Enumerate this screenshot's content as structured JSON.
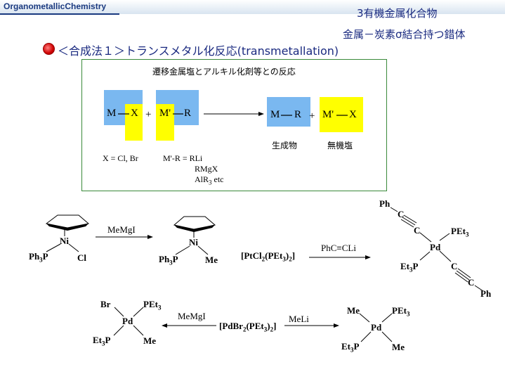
{
  "header": {
    "course_prefix": "Organometallic",
    "course_suffix": "Chemistry"
  },
  "slide": {
    "title": "3有機金属化合物",
    "subtitle": "金属－炭素σ結合持つ錯体",
    "heading": "＜合成法１＞トランスメタル化反応(transmetallation)"
  },
  "box": {
    "title": "遷移金属塩とアルキル化剤等との反応",
    "reactant1_m": "M",
    "reactant1_x": "X",
    "plus1": "+",
    "reactant2_m": "M'",
    "reactant2_r": "R",
    "product1_m": "M",
    "product1_r": "R",
    "plus2": "+",
    "product2_m": "M'",
    "product2_x": "X",
    "label_product": "生成物",
    "label_inorganic": "無機塩",
    "x_def": "X = Cl, Br",
    "mr_def": "M'-R = RLi",
    "mr_def2": "RMgX",
    "mr_def3_a": "AlR",
    "mr_def3_sub": "3",
    "mr_def3_b": " etc"
  },
  "reaction1": {
    "ni1": "Ni",
    "ph3p_a": "Ph",
    "ph3p_sub": "3",
    "ph3p_b": "P",
    "cl": "Cl",
    "reagent": "MeMgI",
    "ni2": "Ni",
    "ph3p2_a": "Ph",
    "ph3p2_sub": "3",
    "ph3p2_b": "P",
    "me": "Me"
  },
  "reaction2": {
    "start_a": "[PtCl",
    "start_sub1": "2",
    "start_b": "(PEt",
    "start_sub2": "3",
    "start_c": ")",
    "start_sub3": "2",
    "start_d": "]",
    "reagent": "PhC≡CLi",
    "ph_top": "Ph",
    "c1": "C",
    "c2": "C",
    "pet3_a": "PEt",
    "pet3_sub": "3",
    "pd": "Pd",
    "et3p_a": "Et",
    "et3p_sub": "3",
    "et3p_b": "P",
    "c3": "C",
    "c4": "C",
    "ph_bottom": "Ph"
  },
  "reaction3": {
    "left_br": "Br",
    "left_pet3_a": "PEt",
    "left_pet3_sub": "3",
    "left_pd": "Pd",
    "left_et3p_a": "Et",
    "left_et3p_sub": "3",
    "left_et3p_b": "P",
    "left_me": "Me",
    "reagent_left": "MeMgI",
    "center_a": "[PdBr",
    "center_sub1": "2",
    "center_b": "(PEt",
    "center_sub2": "3",
    "center_c": ")",
    "center_sub3": "2",
    "center_d": "]",
    "reagent_right": "MeLi",
    "right_me": "Me",
    "right_pet3_a": "PEt",
    "right_pet3_sub": "3",
    "right_pd": "Pd",
    "right_et3p_a": "Et",
    "right_et3p_sub": "3",
    "right_et3p_b": "P",
    "right_me2": "Me"
  }
}
